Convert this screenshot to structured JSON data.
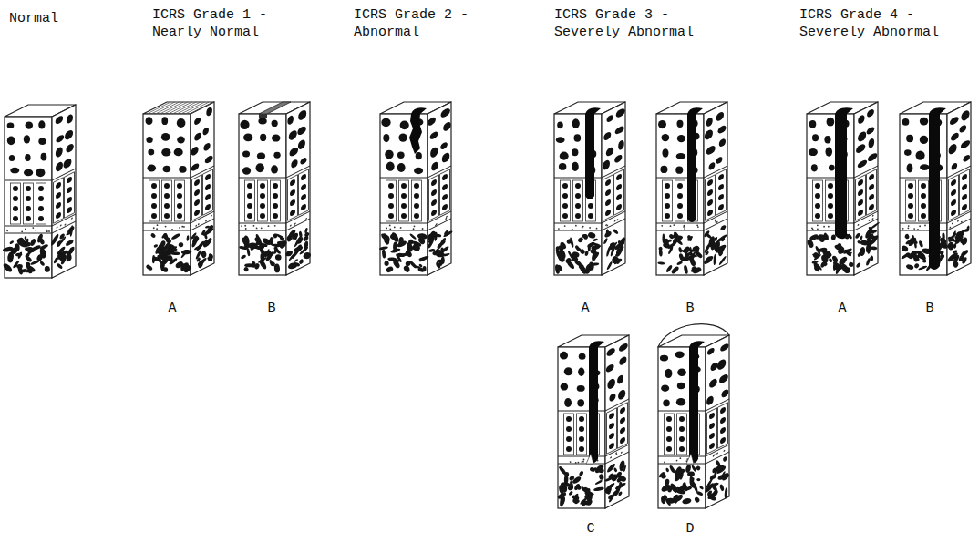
{
  "diagram": {
    "labels": [
      "Normal",
      "ICRS Grade 1 - Nearly Normal",
      "ICRS Grade 2 - Abnormal",
      "ICRS Grade 3 - Severely Abnormal",
      "ICRS Grade 4 - Severely Abnormal",
      "A",
      "B",
      "A",
      "B",
      "A",
      "B",
      "C",
      "D"
    ]
  }
}
